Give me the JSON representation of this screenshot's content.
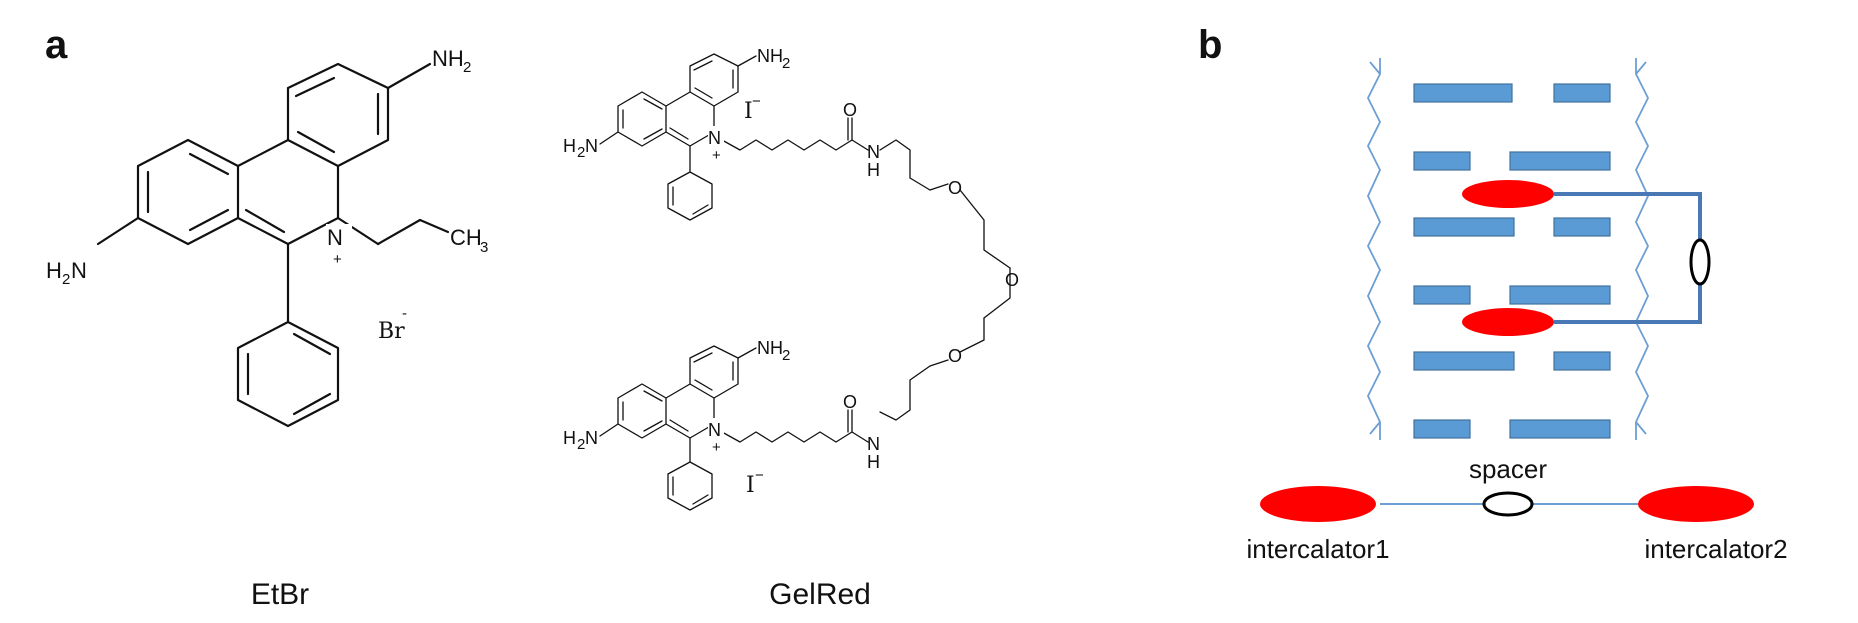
{
  "panels": {
    "a": {
      "letter": "a",
      "molecules": [
        {
          "caption": "EtBr",
          "amine_top": "NH",
          "amine_left_h": "H",
          "amine_left_n": "N",
          "sub_2": "2",
          "nitrogen": "N",
          "charge": "+",
          "ethyl": "CH",
          "ethyl_sub": "3",
          "counterion": "Br",
          "counterion_charge": "-"
        },
        {
          "caption": "GelRed",
          "amine": "NH",
          "amine_left_h": "H",
          "amine_left_n": "N",
          "sub_2": "2",
          "nitrogen": "N",
          "charge": "+",
          "counterion": "I",
          "counterion_charge": "−",
          "carbonyl_o": "O",
          "amide_n": "N",
          "amide_h": "H",
          "ether_o": "O"
        }
      ]
    },
    "b": {
      "letter": "b",
      "spacer_label": "spacer",
      "intercalator1_label": "intercalator1",
      "intercalator2_label": "intercalator2",
      "colors": {
        "base_pair": "#5b9bd5",
        "backbone": "#6d9ed4",
        "intercalator": "#ff0000",
        "linker": "#4a78b5",
        "spacer": "#000000"
      }
    }
  }
}
